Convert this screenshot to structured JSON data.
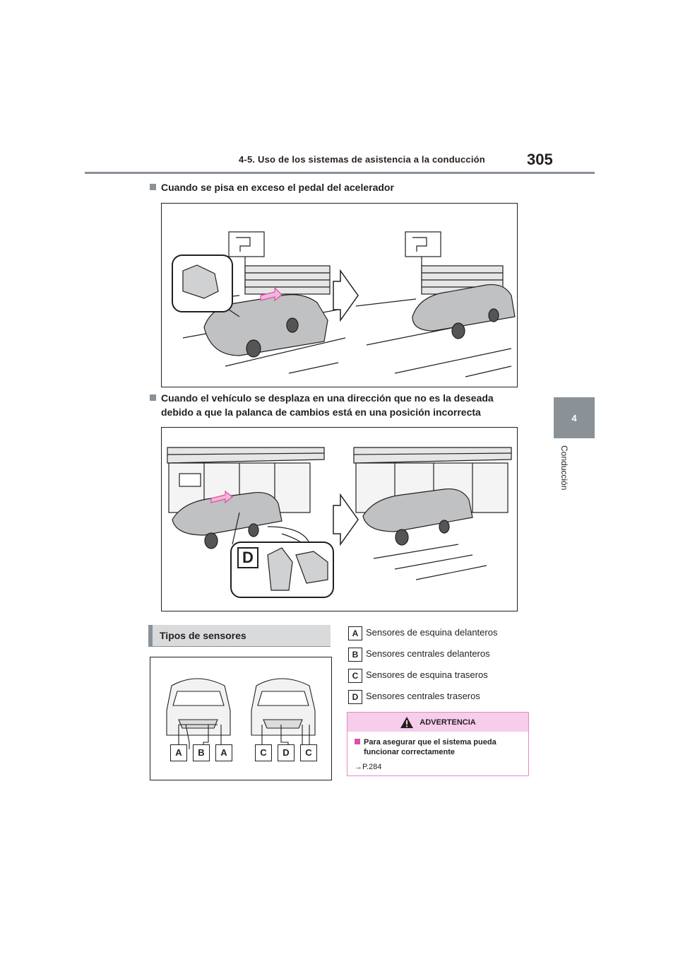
{
  "header": {
    "section_title": "4-5. Uso de los sistemas de asistencia a la conducción",
    "page_number": "305"
  },
  "side_tab": {
    "chapter_number": "4",
    "chapter_label": "Conducción"
  },
  "section1": {
    "heading": "Cuando se pisa en exceso el pedal del acelerador"
  },
  "section2": {
    "heading_line1": "Cuando el vehículo se desplaza en una dirección que no es la deseada",
    "heading_line2": "debido a que la palanca de cambios está en una posición incorrecta",
    "shift_position_label": "D"
  },
  "sensor_types": {
    "heading": "Tipos de sensores",
    "figure_labels": [
      "A",
      "B",
      "A",
      "C",
      "D",
      "C"
    ],
    "legend": [
      {
        "key": "A",
        "text": "Sensores de esquina delanteros"
      },
      {
        "key": "B",
        "text": "Sensores centrales delanteros"
      },
      {
        "key": "C",
        "text": "Sensores de esquina traseros"
      },
      {
        "key": "D",
        "text": "Sensores centrales traseros"
      }
    ]
  },
  "warning": {
    "title": "ADVERTENCIA",
    "item_line1": "Para asegurar que el sistema pueda",
    "item_line2": "funcionar correctamente",
    "reference": "→P.284",
    "accent_color": "#f6cdea",
    "border_color": "#e489c6"
  },
  "colors": {
    "tab_gray": "#8a9197",
    "section_bg": "#d9dadb"
  }
}
